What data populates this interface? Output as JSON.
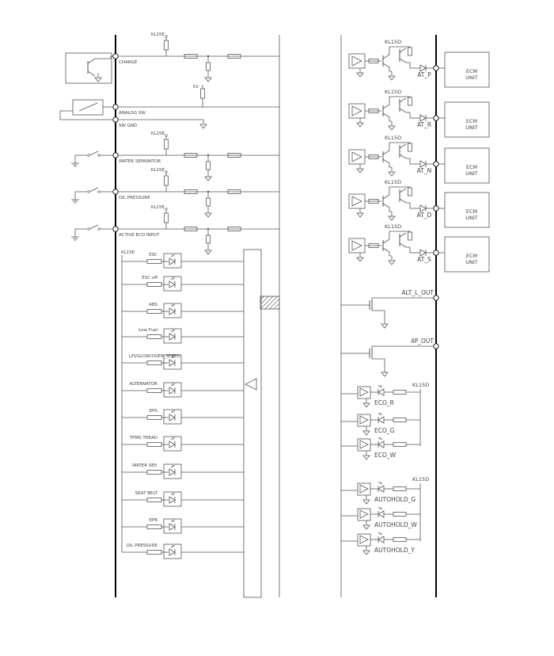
{
  "left_panel": {
    "inputs": [
      {
        "label": "CHARGE",
        "kl": "KL15E",
        "kind": "transistor"
      },
      {
        "label": "ANALOG SW",
        "kind": "analog"
      },
      {
        "label": "SW GND",
        "kind": "gnd"
      },
      {
        "label": "WATER SEPARATOR",
        "kl": "KL15E",
        "kind": "switch"
      },
      {
        "label": "OIL PRESSURE",
        "kl": "KL15E",
        "kind": "switch"
      },
      {
        "label": "ACTIVE ECO INPUT",
        "kl": "KL15E",
        "kind": "switch"
      }
    ],
    "supply_5v": "5V",
    "led_supply": "KL15E",
    "indicators": [
      "ESC",
      "ESC off",
      "ABS",
      "Low Fuel",
      "LPI/GLOW/OVER_SPEED",
      "ALTERNATOR",
      "EPS",
      "TPMS TREAD",
      "WATER SEP.",
      "SEAT BELT",
      "EPB",
      "OIL PRESSURE"
    ]
  },
  "right_panel": {
    "outputs": [
      {
        "label": "AT_P",
        "unit": [
          "ECM",
          "UNIT"
        ]
      },
      {
        "label": "AT_R",
        "unit": [
          "ECM",
          "UNIT"
        ]
      },
      {
        "label": "AT_N",
        "unit": [
          "ECM",
          "UNIT"
        ]
      },
      {
        "label": "AT_D",
        "unit": [
          "ECM",
          "UNIT"
        ]
      },
      {
        "label": "AT_S",
        "unit": [
          "ECM",
          "UNIT"
        ]
      }
    ],
    "output_kl": [
      "KL15D",
      "KL15D",
      "KL15D",
      "KL15D",
      "KL15D"
    ],
    "fet_outputs": [
      "ALT_L_OUT",
      "4P_OUT"
    ],
    "eco_group": {
      "kl": "KL15D",
      "leds": [
        "ECO_R",
        "ECO_G",
        "ECO_W"
      ]
    },
    "autohold_group": {
      "kl": "KL15D",
      "leds": [
        "AUTOHOLD_G",
        "AUTOHOLD_W",
        "AUTOHOLD_Y"
      ]
    }
  },
  "colors": {
    "wire": "#555555",
    "bus": "#000000",
    "hatch": "#666666"
  }
}
